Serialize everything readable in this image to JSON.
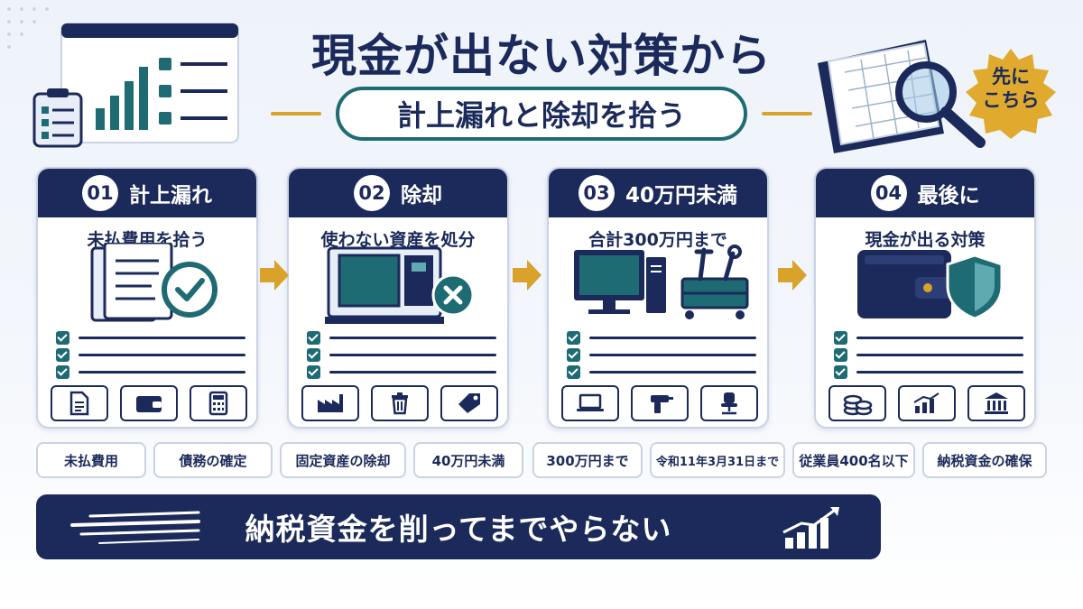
{
  "header": {
    "title": "現金が出ない対策から",
    "subtitle": "計上漏れと除却を拾う",
    "badge": [
      "先に",
      "こちら"
    ]
  },
  "cards": [
    {
      "num": "01",
      "title": "計上漏れ",
      "subtitle": "未払費用を拾う",
      "icons": [
        "document-icon",
        "wallet-icon",
        "calculator-icon"
      ]
    },
    {
      "num": "02",
      "title": "除却",
      "subtitle": "使わない資産を処分",
      "icons": [
        "factory-icon",
        "trash-icon",
        "price-tag-icon"
      ]
    },
    {
      "num": "03",
      "title": "40万円未満",
      "subtitle": "合計300万円まで",
      "icons": [
        "laptop-icon",
        "drill-icon",
        "office-chair-icon"
      ]
    },
    {
      "num": "04",
      "title": "最後に",
      "subtitle": "現金が出る対策",
      "icons": [
        "coins-icon",
        "growth-chart-icon",
        "bank-icon"
      ]
    }
  ],
  "tags": [
    "未払費用",
    "債務の確定",
    "固定資産の除却",
    "40万円未満",
    "300万円まで",
    "令和11年3月31日まで",
    "従業員400名以下",
    "納税資金の確保"
  ],
  "banner": {
    "text": "納税資金を削ってまでやらない"
  },
  "colors": {
    "navy": "#1b2a5a",
    "teal": "#1e6b74",
    "gold": "#d9a22a",
    "border": "#c9d3e3"
  }
}
